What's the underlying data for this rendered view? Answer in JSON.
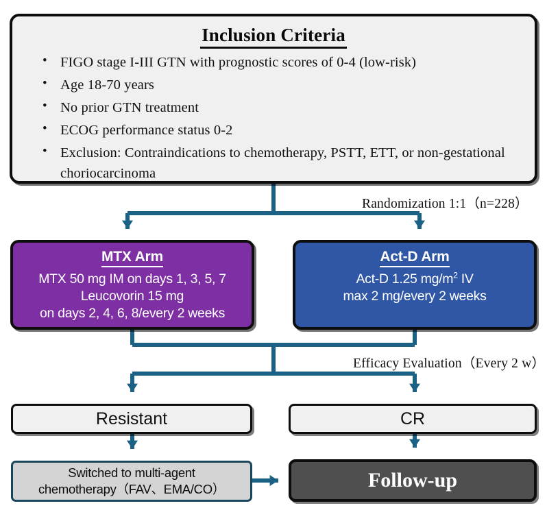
{
  "diagram": {
    "title": "Randomized trial flow diagram for low-risk GTN",
    "colors": {
      "connector": "#1b6185",
      "mtx_arm_fill": "#7e2fa3",
      "actd_arm_fill": "#2f57a5",
      "box_fill_light": "#f0f0f0",
      "switch_fill": "#d4d4d4",
      "switch_border": "#16475c",
      "followup_fill": "#4f4f4f",
      "border_dark": "#0d0d0d",
      "text_dark": "#111111",
      "text_light": "#ffffff"
    }
  },
  "criteria": {
    "title": "Inclusion Criteria",
    "bullet_glyph": "•",
    "items": [
      "FIGO stage I-III GTN with prognostic scores of 0-4 (low-risk)",
      "Age 18-70 years",
      "No prior GTN treatment",
      "ECOG performance status 0-2",
      "Exclusion: Contraindications to chemotherapy, PSTT, ETT, or non-gestational choriocarcinoma"
    ]
  },
  "labels": {
    "randomization": "Randomization 1:1（n=228）",
    "efficacy": "Efficacy Evaluation（Every 2 w）"
  },
  "arms": {
    "mtx": {
      "title": "MTX Arm",
      "line1": "MTX 50 mg IM on days 1, 3, 5, 7",
      "line2": "Leucovorin 15 mg",
      "line3": "on days 2, 4, 6, 8/every 2 weeks"
    },
    "actd": {
      "title": "Act-D Arm",
      "line1_pre": "Act-D 1.25 mg/m",
      "line1_sup": "2",
      "line1_post": " IV",
      "line2": "max 2 mg/every 2 weeks"
    }
  },
  "outcomes": {
    "resistant": "Resistant",
    "cr": "CR"
  },
  "terminals": {
    "switch_line1": "Switched to multi-agent",
    "switch_line2": "chemotherapy（FAV、EMA/CO）",
    "followup": "Follow-up"
  }
}
